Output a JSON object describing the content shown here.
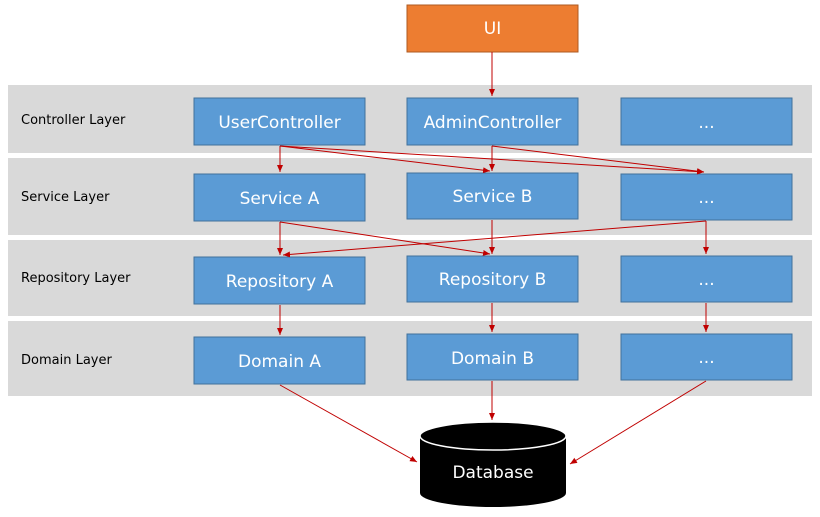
{
  "ui": {
    "label": "UI"
  },
  "layers": {
    "controller": {
      "label": "Controller Layer",
      "boxes": [
        "UserController",
        "AdminController",
        "..."
      ]
    },
    "service": {
      "label": "Service Layer",
      "boxes": [
        "Service A",
        "Service B",
        "..."
      ]
    },
    "repository": {
      "label": "Repository Layer",
      "boxes": [
        "Repository A",
        "Repository B",
        "..."
      ]
    },
    "domain": {
      "label": "Domain Layer",
      "boxes": [
        "Domain A",
        "Domain B",
        "..."
      ]
    }
  },
  "database": {
    "label": "Database"
  },
  "colors": {
    "band": "#d9d9d9",
    "box": "#5b9bd5",
    "ui_box": "#ed7d31",
    "arrow": "#c00000",
    "database": "#000000"
  }
}
